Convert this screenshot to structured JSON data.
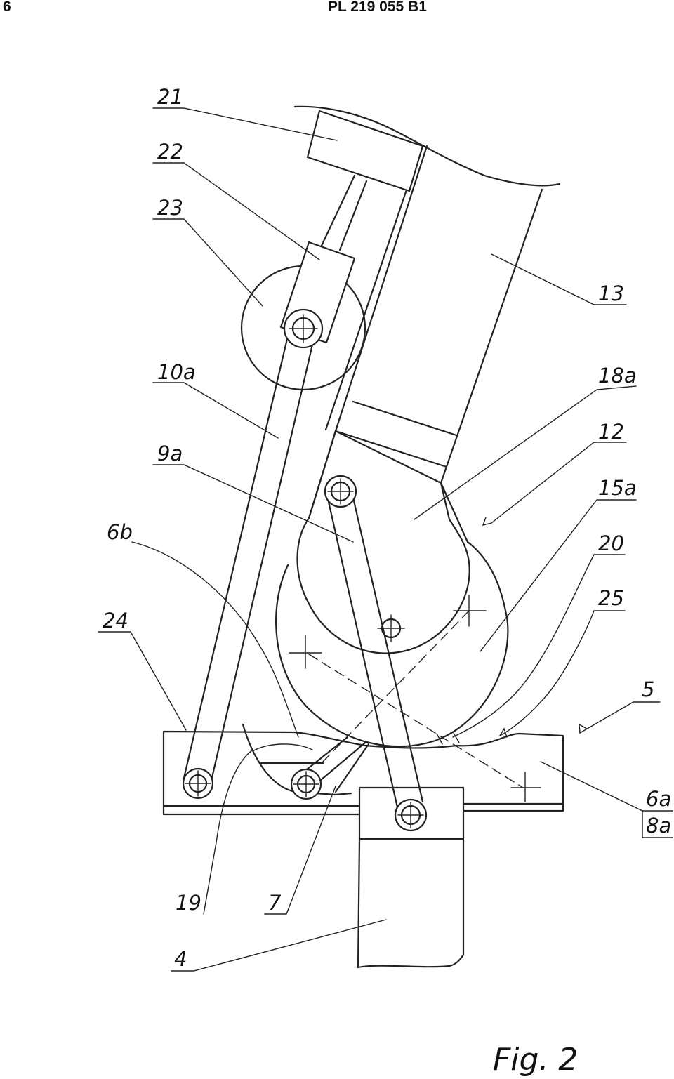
{
  "header": {
    "page_number": "6",
    "document_id": "PL 219 055 B1"
  },
  "figure_caption": "Fig.  2",
  "labels": {
    "l21": "21",
    "l22": "22",
    "l23": "23",
    "l13": "13",
    "l10a": "10a",
    "l18a": "18a",
    "l12": "12",
    "l9a": "9a",
    "l15a": "15a",
    "l6b": "6b",
    "l20": "20",
    "l25": "25",
    "l24": "24",
    "l5": "5",
    "l6a": "6a",
    "l8a": "8a",
    "l19": "19",
    "l7": "7",
    "l4": "4"
  }
}
